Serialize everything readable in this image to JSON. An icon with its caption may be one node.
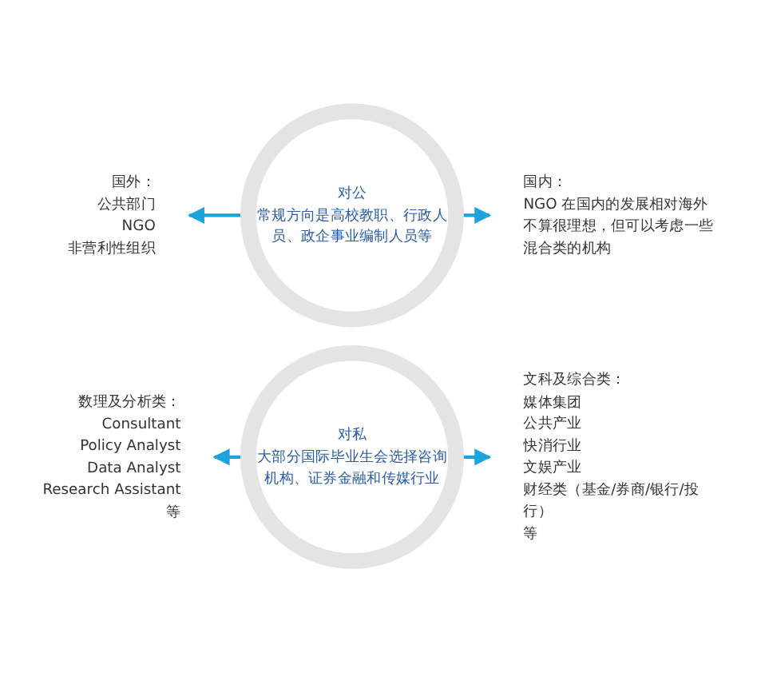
{
  "diagram": {
    "nodes": [
      {
        "text": [
          "国外：",
          "公共部门",
          "NGO",
          "非营利性组织"
        ]
      },
      {
        "text": [
          "对公",
          "常规方向是高校教职、行政人员、政企事业编制人员等"
        ]
      },
      {
        "text": [
          "国内：",
          "NGO 在国内的发展相对海外不算很理想，但可以考虑一些混合类的机构"
        ]
      },
      {
        "text": [
          "数理及分析类：",
          "Consultant",
          "Policy Analyst",
          "Data Analyst",
          "Research Assistant",
          "等"
        ]
      },
      {
        "text": [
          "对私",
          "大部分国际毕业生会选择咨询机构、证券金融和传媒行业"
        ]
      },
      {
        "text": [
          "文科及综合类：",
          "媒体集团",
          "公共产业",
          "快消行业",
          "文娱产业",
          "财经类（基金/券商/银行/投行）",
          "等"
        ]
      }
    ],
    "edges": [
      {
        "from": 1,
        "to": 0,
        "arrow": "to"
      },
      {
        "from": 1,
        "to": 2,
        "arrow": "to"
      },
      {
        "from": 4,
        "to": 3,
        "arrow": "to"
      },
      {
        "from": 4,
        "to": 5,
        "arrow": "to"
      }
    ]
  }
}
